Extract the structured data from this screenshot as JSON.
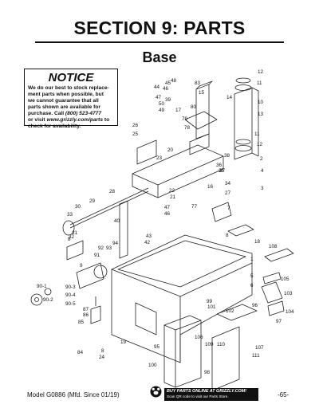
{
  "page": {
    "section_title": "SECTION 9: PARTS",
    "subtitle": "Base"
  },
  "notice": {
    "heading": "NOTICE",
    "line1": "We do our best to stock replace-",
    "line2": "ment parts when possible, but",
    "line3": "we cannot guarantee that all",
    "line4": "parts shown are available for",
    "line5_prefix": "purchase. Call ",
    "phone": "(800) 523-4777",
    "line6_prefix": "or visit ",
    "url": "www.grizzly.com/parts",
    "line6_suffix": " to",
    "line7": "check for availability."
  },
  "diagram": {
    "part_labels": [
      "12",
      "11",
      "10",
      "13",
      "11",
      "12",
      "2",
      "4",
      "3",
      "1",
      "5",
      "6",
      "7",
      "8",
      "15",
      "14",
      "83",
      "48",
      "45",
      "44",
      "46",
      "47",
      "39",
      "49",
      "50",
      "17",
      "80",
      "79",
      "78",
      "26",
      "25",
      "23",
      "20",
      "37",
      "38",
      "36",
      "35",
      "34",
      "16",
      "27",
      "22",
      "21",
      "28",
      "29",
      "30",
      "33",
      "31",
      "32",
      "40",
      "43",
      "42",
      "47",
      "46",
      "77",
      "94",
      "92",
      "93",
      "91",
      "9",
      "8",
      "18",
      "108",
      "90-1",
      "90-3",
      "90-4",
      "90-2",
      "90-5",
      "87",
      "86",
      "85",
      "84",
      "24",
      "8",
      "19",
      "95",
      "99",
      "101",
      "102",
      "105",
      "103",
      "104",
      "97",
      "96",
      "98",
      "100",
      "106",
      "109",
      "110",
      "107",
      "111"
    ]
  },
  "footer": {
    "model": "Model G0886 (Mfd. Since 01/19)",
    "banner_line1": "BUY PARTS ONLINE AT GRIZZLY.COM!",
    "banner_line2": "Scan QR code to visit our Parts Store.",
    "page_number": "-65-"
  }
}
